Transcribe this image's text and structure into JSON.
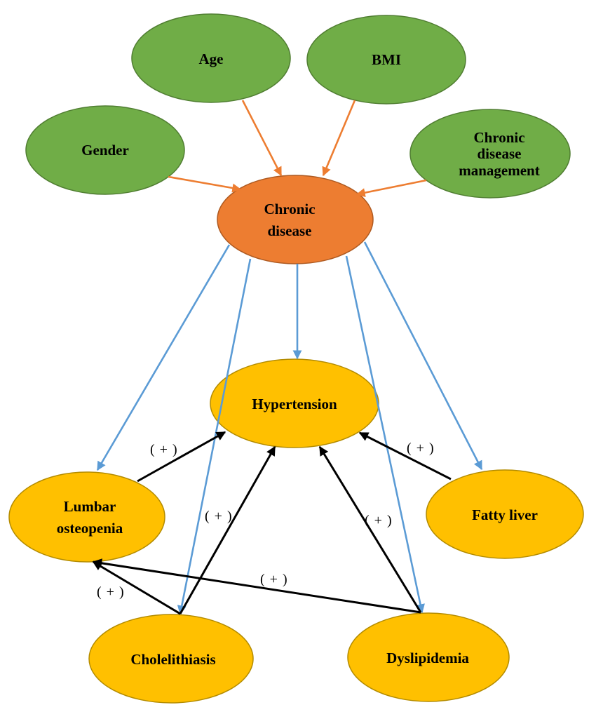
{
  "diagram": {
    "colors": {
      "factor_fill": "#70ad47",
      "factor_stroke": "#507e32",
      "central_fill": "#ed7d31",
      "central_stroke": "#ae5a21",
      "outcome_fill": "#ffc000",
      "outcome_stroke": "#b38b00",
      "factor_arrow": "#ed7d31",
      "influence_arrow": "#5b9bd5",
      "association_arrow": "#000000"
    },
    "nodes": {
      "age": {
        "label": [
          "Age"
        ]
      },
      "bmi": {
        "label": [
          "BMI"
        ]
      },
      "gender": {
        "label": [
          "Gender"
        ]
      },
      "management": {
        "label": [
          "Chronic",
          "disease",
          "management"
        ]
      },
      "chronic_disease": {
        "label": [
          "Chronic",
          "disease"
        ]
      },
      "hypertension": {
        "label": [
          "Hypertension"
        ]
      },
      "lumbar": {
        "label": [
          "Lumbar",
          "osteopenia"
        ]
      },
      "fatty_liver": {
        "label": [
          "Fatty liver"
        ]
      },
      "cholelithiasis": {
        "label": [
          "Cholelithiasis"
        ]
      },
      "dyslipidemia": {
        "label": [
          "Dyslipidemia"
        ]
      }
    },
    "relations": {
      "lumbar_hypertension": "( + )",
      "fatty_hypertension": "( + )",
      "chole_hypertension": "( + )",
      "dys_hypertension": "( + )",
      "dys_lumbar": "( + )",
      "chole_lumbar": "( + )"
    }
  }
}
